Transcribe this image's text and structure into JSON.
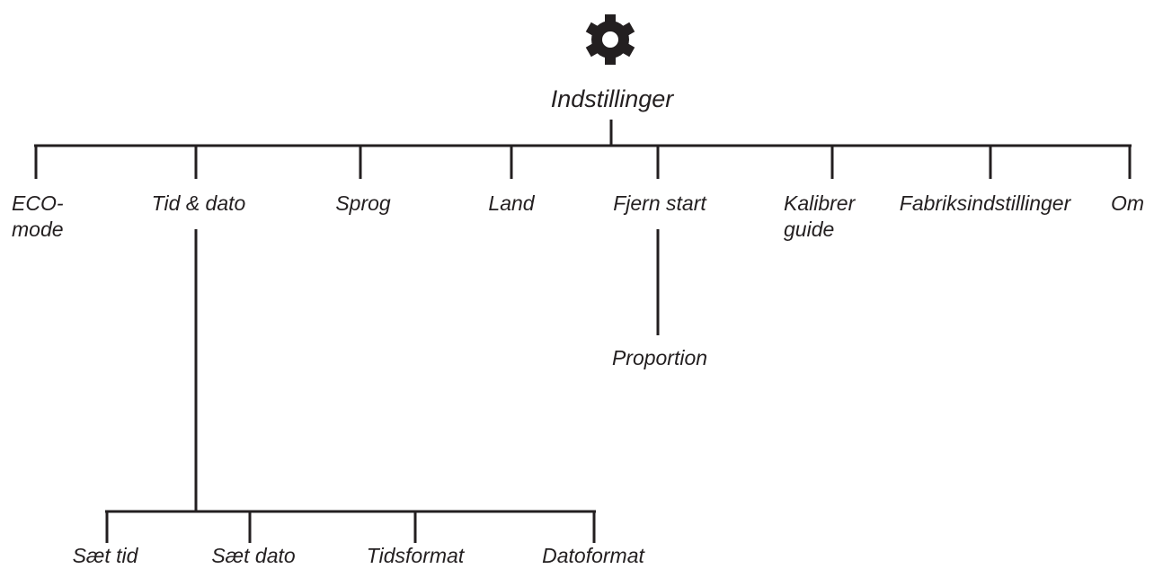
{
  "root": {
    "label": "Indstillinger",
    "icon": "gear-icon"
  },
  "menu_items": [
    {
      "id": "eco",
      "label_line1": "ECO-",
      "label_line2": "mode"
    },
    {
      "id": "time-date",
      "label": "Tid & dato"
    },
    {
      "id": "language",
      "label": "Sprog"
    },
    {
      "id": "country",
      "label": "Land"
    },
    {
      "id": "remote-start",
      "label": "Fjern start"
    },
    {
      "id": "calibrate",
      "label_line1": "Kalibrer",
      "label_line2": "guide"
    },
    {
      "id": "factory",
      "label": "Fabriksindstillinger"
    },
    {
      "id": "about",
      "label": "Om"
    }
  ],
  "time_date_children": [
    {
      "label": "Sæt tid"
    },
    {
      "label": "Sæt dato"
    },
    {
      "label": "Tidsformat"
    },
    {
      "label": "Datoformat"
    }
  ],
  "remote_start_children": [
    {
      "label": "Proportion"
    }
  ],
  "colors": {
    "line": "#231f20",
    "icon": "#231f20",
    "text": "#231f20"
  }
}
